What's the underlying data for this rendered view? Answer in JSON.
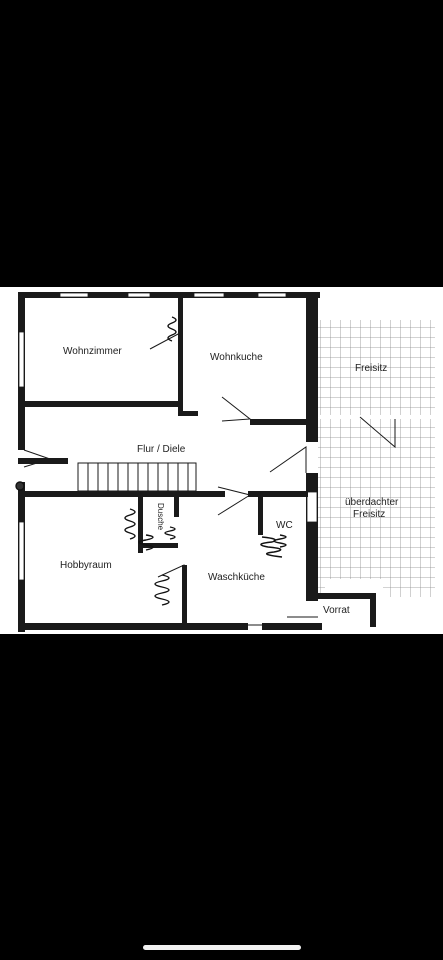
{
  "image": {
    "description": "Scanned floor plan photo viewed on a phone screen",
    "background_color": "#000000",
    "paper_color": "#ffffff",
    "ink_color": "#1a1a1a"
  },
  "rooms": {
    "wohnzimmer": "Wohnzimmer",
    "wohnkueche": "Wohnkuche",
    "freisitz": "Freisitz",
    "flur_diele": "Flur / Diele",
    "ueberdachter_1": "überdachter",
    "ueberdachter_2": "Freisitz",
    "dusche": "Dusche",
    "wc": "WC",
    "hobbyraum": "Hobbyraum",
    "waschkueche": "Waschküche",
    "vorrat": "Vorrat"
  }
}
